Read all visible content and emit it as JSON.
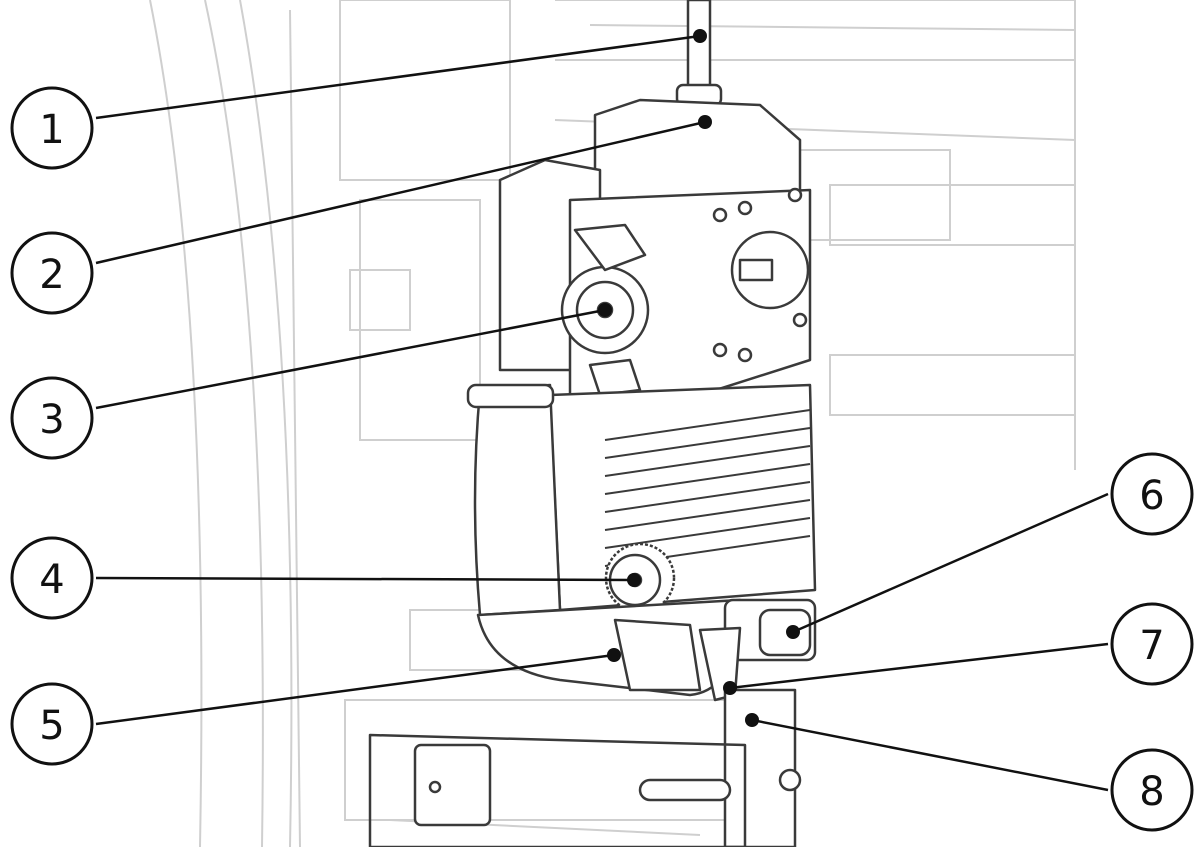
{
  "callouts": [
    {
      "label": "1"
    },
    {
      "label": "2"
    },
    {
      "label": "3"
    },
    {
      "label": "4"
    },
    {
      "label": "5"
    },
    {
      "label": "6"
    },
    {
      "label": "7"
    },
    {
      "label": "8"
    }
  ],
  "colors": {
    "line_dark": "#111111",
    "line_light": "#c8c8c8",
    "line_mid": "#444444",
    "background": "#ffffff"
  }
}
